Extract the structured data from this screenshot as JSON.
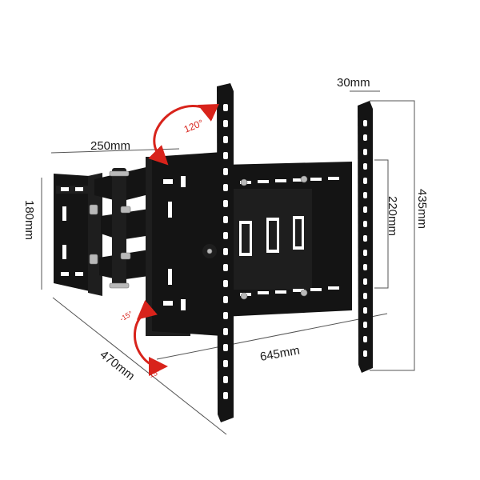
{
  "dimensions": {
    "arm_length": "250mm",
    "wall_plate_height": "180mm",
    "depth": "470mm",
    "max_width": "645mm",
    "vesa_height": "220mm",
    "max_height": "435mm",
    "rail_width": "30mm"
  },
  "angles": {
    "swivel": "120°",
    "tilt_up": "-15°",
    "tilt_down": "15°"
  },
  "colors": {
    "metal": "#141414",
    "angle_arrow": "#d8231b",
    "dimension_line": "#555555"
  }
}
